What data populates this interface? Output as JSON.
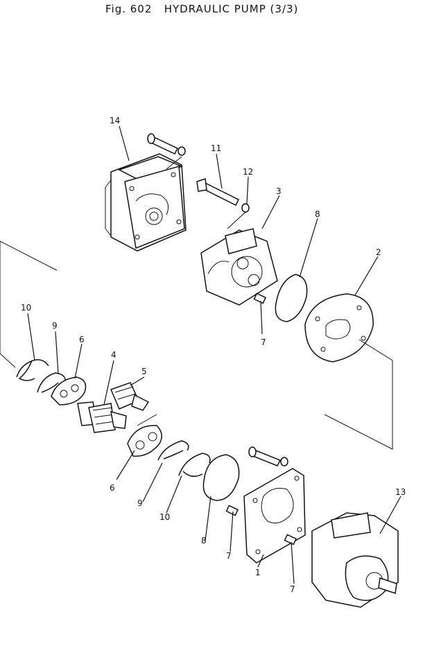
{
  "title": "Fig. 602   HYDRAULIC PUMP (3/3)",
  "callouts": [
    {
      "label": "14"
    },
    {
      "label": "11"
    },
    {
      "label": "12"
    },
    {
      "label": "3"
    },
    {
      "label": "8"
    },
    {
      "label": "2"
    },
    {
      "label": "10"
    },
    {
      "label": "9"
    },
    {
      "label": "6"
    },
    {
      "label": "4"
    },
    {
      "label": "5"
    },
    {
      "label": "7"
    },
    {
      "label": "6"
    },
    {
      "label": "9"
    },
    {
      "label": "10"
    },
    {
      "label": "8"
    },
    {
      "label": "7"
    },
    {
      "label": "1"
    },
    {
      "label": "7"
    },
    {
      "label": "13"
    }
  ]
}
